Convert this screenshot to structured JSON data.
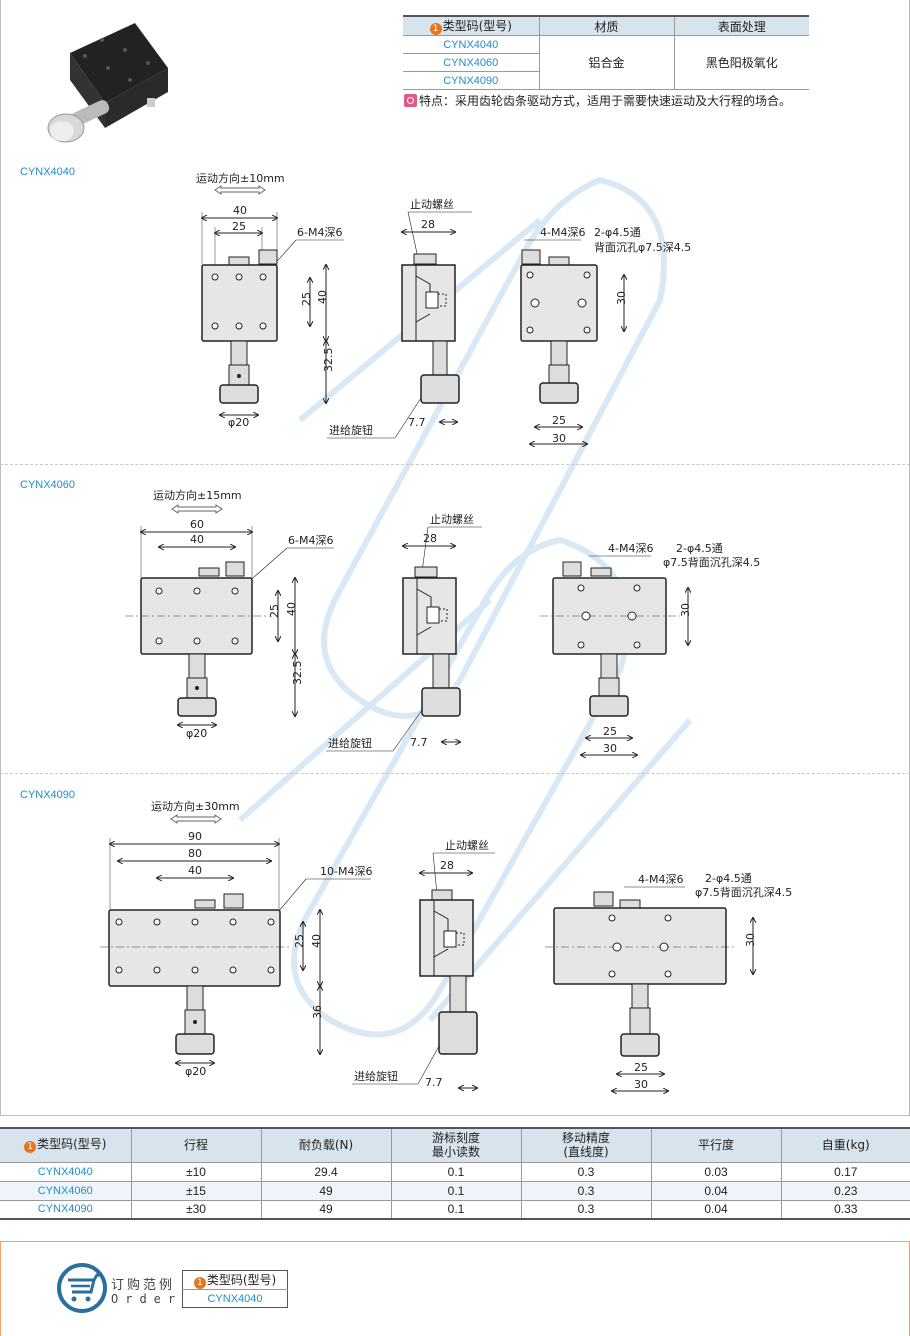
{
  "product_image": {
    "alt": "CYNX4040 rack-and-pinion stage photo"
  },
  "spec_table": {
    "headers": [
      "类型码(型号)",
      "材质",
      "表面处理"
    ],
    "badge": "1",
    "codes": [
      "CYNX4040",
      "CYNX4060",
      "CYNX4090"
    ],
    "material": "铝合金",
    "surface": "黑色阳极氧化"
  },
  "feature": "特点：采用齿轮齿条驱动方式，适用于需要快速运动及大行程的场合。",
  "sections": [
    {
      "label": "CYNX4040",
      "motion": "运动方向±10mm",
      "front": {
        "width": "40",
        "pitch": "25",
        "holes": "6-M4深6",
        "h1": "25",
        "h2": "40",
        "knob_offset": "32.5",
        "knob_dia": "φ20"
      },
      "side": {
        "stop_screw": "止动螺丝",
        "depth": "28",
        "feed_knob": "进给旋钮",
        "knob_len": "7.7"
      },
      "back": {
        "holes": "4-M4深6",
        "thru": "2-φ4.5通",
        "cbore": "背面沉孔φ7.5深4.5",
        "h": "30",
        "w1": "25",
        "w2": "30"
      }
    },
    {
      "label": "CYNX4060",
      "motion": "运动方向±15mm",
      "front": {
        "width": "60",
        "pitch": "40",
        "holes": "6-M4深6",
        "h1": "25",
        "h2": "40",
        "knob_offset": "32.5",
        "knob_dia": "φ20"
      },
      "side": {
        "stop_screw": "止动螺丝",
        "depth": "28",
        "feed_knob": "进给旋钮",
        "knob_len": "7.7"
      },
      "back": {
        "holes": "4-M4深6",
        "thru": "2-φ4.5通",
        "cbore": "φ7.5背面沉孔深4.5",
        "h": "30",
        "w1": "25",
        "w2": "30"
      }
    },
    {
      "label": "CYNX4090",
      "motion": "运动方向±30mm",
      "front": {
        "width": "90",
        "pitch": "80",
        "pitch2": "40",
        "holes": "10-M4深6",
        "h1": "25",
        "h2": "40",
        "knob_offset": "36",
        "knob_dia": "φ20"
      },
      "side": {
        "stop_screw": "止动螺丝",
        "depth": "28",
        "feed_knob": "进给旋钮",
        "knob_len": "7.7"
      },
      "back": {
        "holes": "4-M4深6",
        "thru": "2-φ4.5通",
        "cbore": "φ7.5背面沉孔深4.5",
        "h": "30",
        "w1": "25",
        "w2": "30"
      }
    }
  ],
  "main_table": {
    "badge": "1",
    "headers": [
      "类型码(型号)",
      "行程",
      "耐负载(N)",
      "游标刻度\n最小读数",
      "移动精度\n(直线度)",
      "平行度",
      "自重(kg)"
    ],
    "header_lines": [
      [
        "类型码(型号)"
      ],
      [
        "行程"
      ],
      [
        "耐负载(N)"
      ],
      [
        "游标刻度",
        "最小读数"
      ],
      [
        "移动精度",
        "(直线度)"
      ],
      [
        "平行度"
      ],
      [
        "自重(kg)"
      ]
    ],
    "rows": [
      [
        "CYNX4040",
        "±10",
        "29.4",
        "0.1",
        "0.3",
        "0.03",
        "0.17"
      ],
      [
        "CYNX4060",
        "±15",
        "49",
        "0.1",
        "0.3",
        "0.04",
        "0.23"
      ],
      [
        "CYNX4090",
        "±30",
        "49",
        "0.1",
        "0.3",
        "0.04",
        "0.33"
      ]
    ]
  },
  "order": {
    "title_cn": "订购范例",
    "title_en": "Order",
    "badge": "1",
    "header": "类型码(型号)",
    "value": "CYNX4040"
  },
  "colors": {
    "accent_blue": "#1c8ed0",
    "header_bg": "#d7e4ee",
    "badge_orange": "#e8741c",
    "order_border": "#f0a070"
  }
}
